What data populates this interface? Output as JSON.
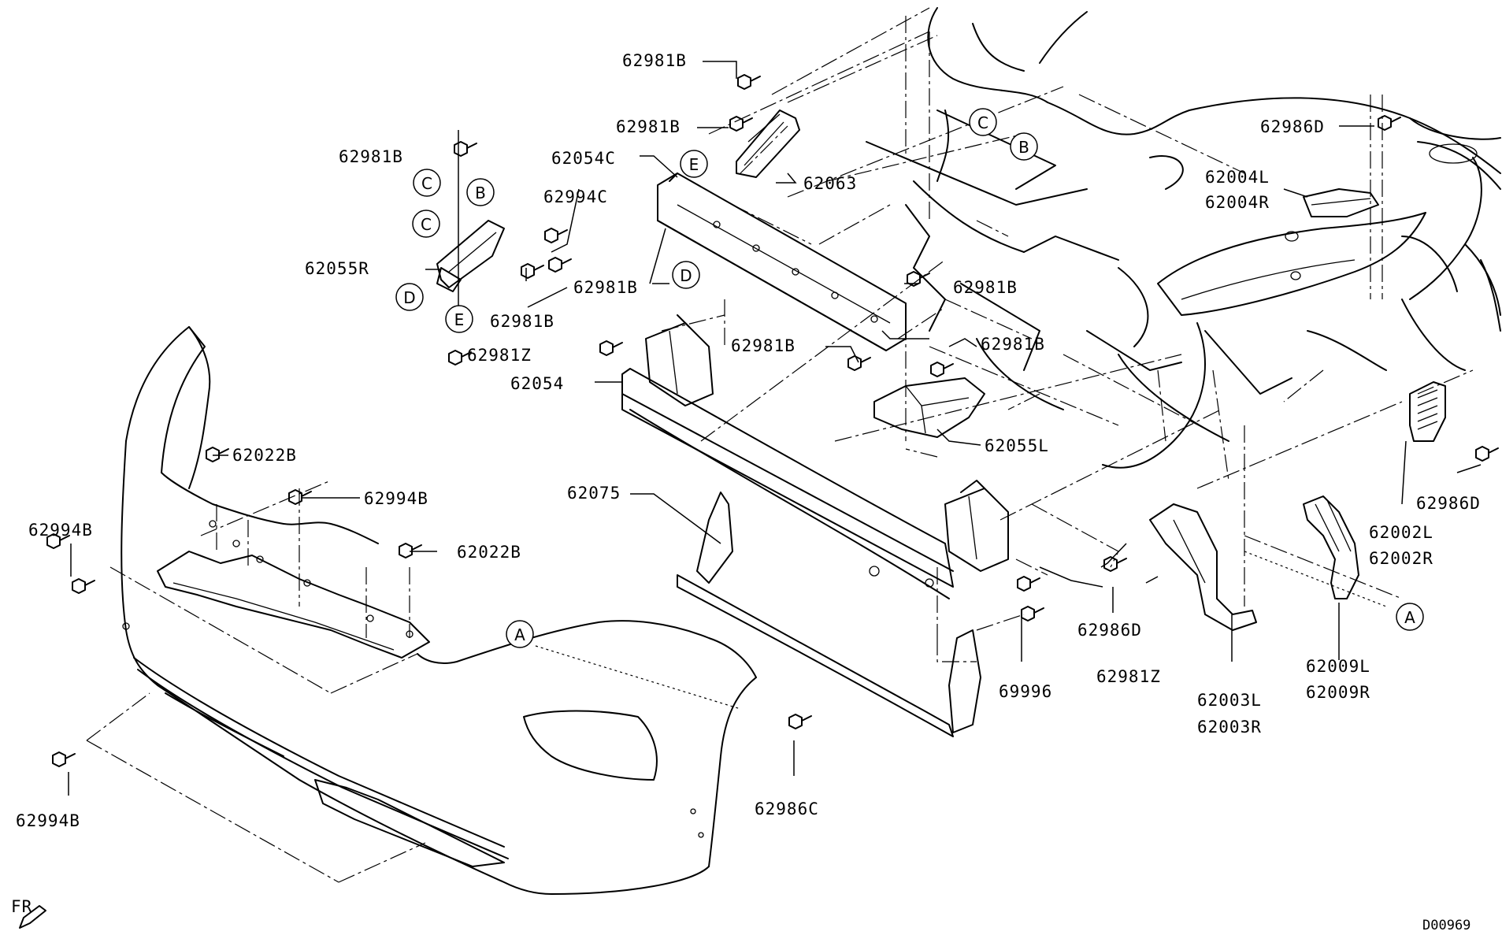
{
  "callouts": [
    {
      "id": "c1",
      "text": "62981B"
    },
    {
      "id": "c2",
      "text": "62981B"
    },
    {
      "id": "c3",
      "text": "62981B"
    },
    {
      "id": "c4",
      "text": "62054C"
    },
    {
      "id": "c5",
      "text": "62063"
    },
    {
      "id": "c6",
      "text": "62994C"
    },
    {
      "id": "c7",
      "text": "62055R"
    },
    {
      "id": "c8",
      "text": "62981B"
    },
    {
      "id": "c9",
      "text": "62981B"
    },
    {
      "id": "c10",
      "text": "62981Z"
    },
    {
      "id": "c11",
      "text": "62054"
    },
    {
      "id": "c12",
      "text": "62981B"
    },
    {
      "id": "c13",
      "text": "62981B"
    },
    {
      "id": "c14",
      "text": "62981B"
    },
    {
      "id": "c15",
      "text": "62055L"
    },
    {
      "id": "c16",
      "text": "62986D"
    },
    {
      "id": "c17",
      "text": "62004L"
    },
    {
      "id": "c18",
      "text": "62004R"
    },
    {
      "id": "c19",
      "text": "62022B"
    },
    {
      "id": "c20",
      "text": "62994B"
    },
    {
      "id": "c21",
      "text": "62994B"
    },
    {
      "id": "c22",
      "text": "62022B"
    },
    {
      "id": "c23",
      "text": "62075"
    },
    {
      "id": "c24",
      "text": "62986D"
    },
    {
      "id": "c25",
      "text": "62002L"
    },
    {
      "id": "c26",
      "text": "62002R"
    },
    {
      "id": "c27",
      "text": "62986D"
    },
    {
      "id": "c28",
      "text": "62981Z"
    },
    {
      "id": "c29",
      "text": "69996"
    },
    {
      "id": "c30",
      "text": "62003L"
    },
    {
      "id": "c31",
      "text": "62003R"
    },
    {
      "id": "c32",
      "text": "62009L"
    },
    {
      "id": "c33",
      "text": "62009R"
    },
    {
      "id": "c34",
      "text": "62994B"
    },
    {
      "id": "c35",
      "text": "62986C"
    }
  ],
  "reference_circles": [
    {
      "id": "r1",
      "letter": "C"
    },
    {
      "id": "r2",
      "letter": "B"
    },
    {
      "id": "r3",
      "letter": "E"
    },
    {
      "id": "r4",
      "letter": "C"
    },
    {
      "id": "r5",
      "letter": "B"
    },
    {
      "id": "r6",
      "letter": "C"
    },
    {
      "id": "r7",
      "letter": "D"
    },
    {
      "id": "r8",
      "letter": "E"
    },
    {
      "id": "r9",
      "letter": "D"
    },
    {
      "id": "r10",
      "letter": "A"
    },
    {
      "id": "r11",
      "letter": "A"
    }
  ],
  "direction_marker": {
    "text": "FR"
  },
  "drawing_code": "D00969"
}
